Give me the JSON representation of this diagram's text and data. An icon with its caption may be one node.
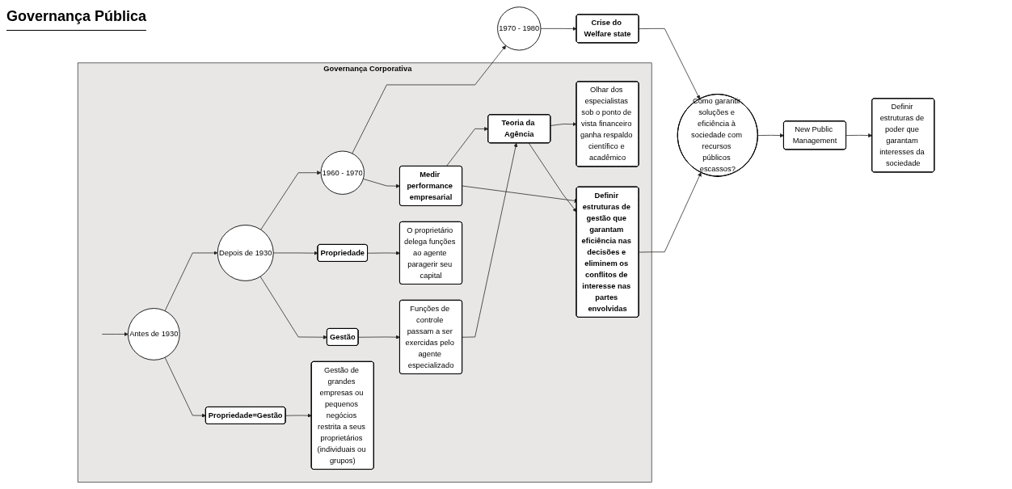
{
  "diagram": {
    "nodes": [
      {
        "text": [
          "Governança Corporativa"
        ]
      },
      {
        "text": [
          "Antes de 1930"
        ],
        "in": 0
      },
      {
        "text": [
          "Propriedade=Gestão"
        ],
        "in": 0
      },
      {
        "text": [
          "Gestão de grandes empresas ou pequenos negócios restrita a seus proprietários (individuais ou grupos)"
        ],
        "in": 0
      },
      {
        "text": [
          "Depois de 1930"
        ],
        "in": 0
      },
      {
        "text": [
          "Propriedade"
        ],
        "in": 0
      },
      {
        "text": [
          "Gestão"
        ],
        "in": 0
      },
      {
        "text": [
          "O proprietário delega funções ao agente paragerir seu capital"
        ],
        "in": 0
      },
      {
        "text": [
          "Funções de controle passam a ser exercidas pelo agente especializado"
        ],
        "in": 0
      },
      {
        "text": [
          "1960 - 1970"
        ],
        "in": 0
      },
      {
        "text": [
          "Medir performance empresarial"
        ],
        "in": 0
      },
      {
        "text": [
          "Teoria da Agência"
        ],
        "in": 0
      },
      {
        "text": [
          "Olhar dos especialistas sob o ponto de vista financeiro ganha respaldo científico e acadêmico"
        ],
        "in": 0
      },
      {
        "text": [
          "Definir estruturas de gestão que garantam eficiência nas decisões e eliminem os conflitos de interesse nas partes envolvidas"
        ],
        "in": 0
      },
      {
        "text": [
          "1970 - 1980"
        ]
      },
      {
        "text": [
          "Crise do Welfare state"
        ]
      },
      {
        "text": [
          "Como garantir soluções e eficiência à sociedade com recursos públicos escassos?"
        ]
      },
      {
        "text": [
          "New Public Management"
        ]
      },
      {
        "text": [
          "Definir estruturas de poder que garantam interesses da sociedade"
        ]
      }
    ],
    "edges": [
      {
        "from": null,
        "to": 1,
        "arrow": "to"
      },
      {
        "from": 1,
        "to": 4,
        "arrow": "to"
      },
      {
        "from": 4,
        "to": 9,
        "arrow": "to"
      },
      {
        "from": 9,
        "to": 14,
        "arrow": "to"
      },
      {
        "from": 1,
        "to": 2,
        "arrow": "to"
      },
      {
        "from": 2,
        "to": 3,
        "arrow": "to"
      },
      {
        "from": 4,
        "to": 5,
        "arrow": "to"
      },
      {
        "from": 4,
        "to": 6,
        "arrow": "to"
      },
      {
        "from": 5,
        "to": 7,
        "arrow": "to"
      },
      {
        "from": 6,
        "to": 8,
        "arrow": "to"
      },
      {
        "from": 9,
        "to": 10,
        "arrow": "to"
      },
      {
        "from": 10,
        "to": 11,
        "arrow": "to"
      },
      {
        "from": 11,
        "to": 12,
        "arrow": "to"
      },
      {
        "from": 8,
        "to": 11,
        "arrow": "to"
      },
      {
        "from": 10,
        "to": 13,
        "arrow": "to"
      },
      {
        "from": 11,
        "to": 13,
        "arrow": "to"
      },
      {
        "from": 13,
        "to": 16,
        "arrow": "to"
      },
      {
        "from": 14,
        "to": 15,
        "arrow": "to"
      },
      {
        "from": 15,
        "to": 16,
        "arrow": "to"
      },
      {
        "from": 16,
        "to": 17,
        "arrow": "to"
      },
      {
        "from": 17,
        "to": 18,
        "arrow": "to"
      }
    ],
    "labels": [
      "Governança Pública"
    ]
  }
}
